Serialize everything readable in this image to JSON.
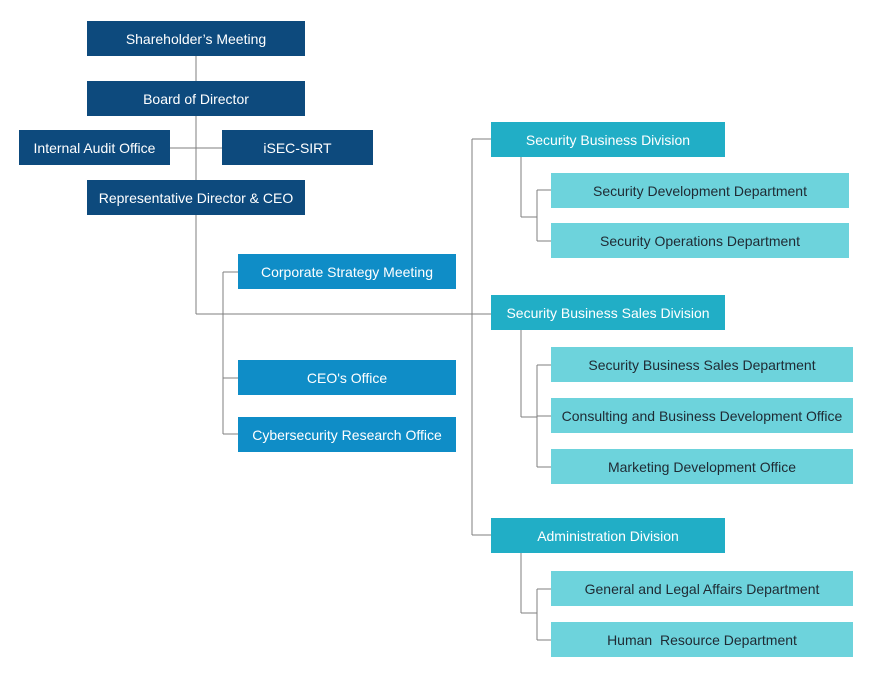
{
  "colors": {
    "navy": "#0d4a7d",
    "mid_blue": "#0f8dc7",
    "teal": "#21aec6",
    "light_teal": "#6dd3dc",
    "connector": "#7f7f7f"
  },
  "org": {
    "shareholders_meeting": "Shareholder’s Meeting",
    "board_of_director": "Board of Director",
    "internal_audit_office": "Internal Audit Office",
    "isec_sirt": "iSEC-SIRT",
    "representative_director_ceo": "Representative Director & CEO",
    "corporate_strategy_meeting": "Corporate Strategy Meeting",
    "ceos_office": "CEO's Office",
    "cybersecurity_research_office": "Cybersecurity Research Office",
    "security_business_division": {
      "label": "Security Business Division",
      "departments": [
        "Security Development Department",
        "Security Operations Department"
      ]
    },
    "security_business_sales_division": {
      "label": "Security Business Sales Division",
      "departments": [
        "Security Business Sales Department",
        "Consulting and Business Development Office",
        "Marketing Development Office"
      ]
    },
    "administration_division": {
      "label": "Administration Division",
      "departments": [
        "General and Legal Affairs Department",
        "Human  Resource Department"
      ]
    }
  }
}
